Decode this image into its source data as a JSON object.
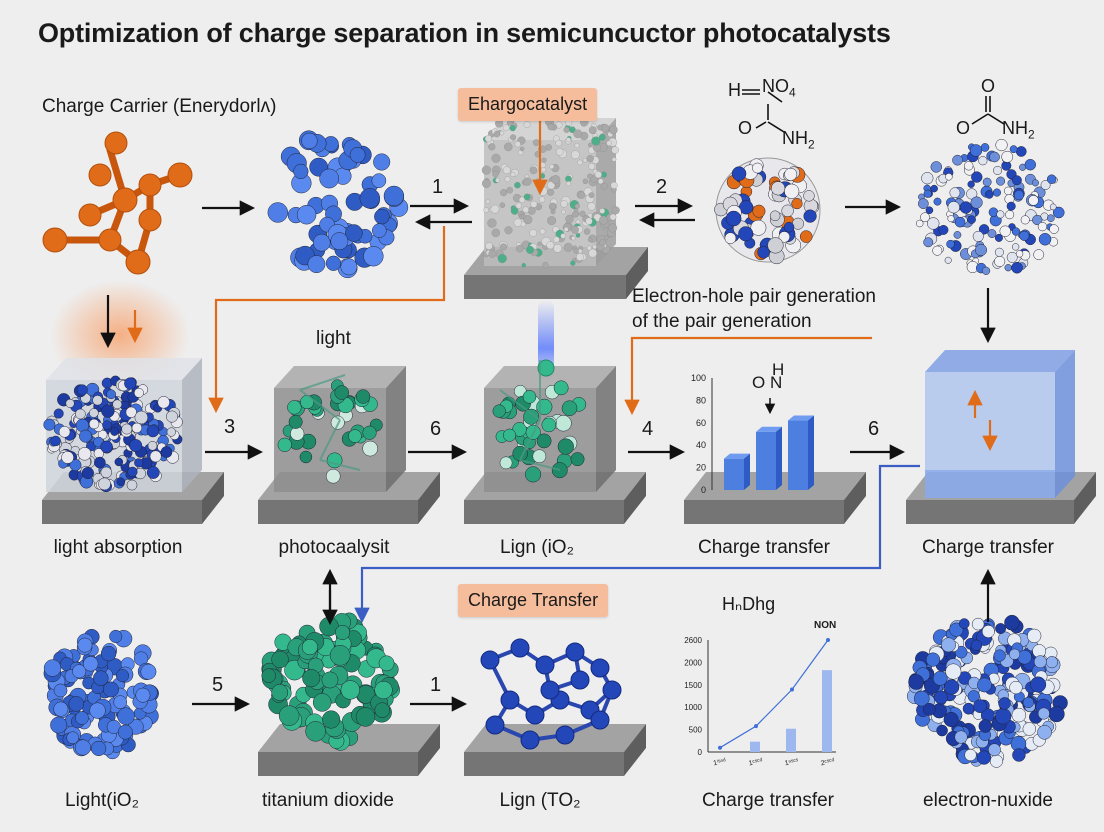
{
  "title": "Optimization of charge separation in semicuncuctor photocatalysts",
  "colors": {
    "orange": "#e06c1a",
    "blue": "#3f6fd8",
    "darkblue": "#2346b8",
    "green": "#2aa07a",
    "tag_bg": "#f6bd9c",
    "platform_top": "#9a9a9a",
    "platform_side": "#6f6f6f"
  },
  "labels": {
    "charge_carrier": "Charge Carrier (Enerydorlʌ)",
    "tag_top": "Ehargocatalyst",
    "tag_mid": "Charge Transfer",
    "electron_hole_1": "Electron-hole pair generation",
    "electron_hole_2": "of the pair generation",
    "light": "light",
    "light_absorption": "light absorption",
    "photocatalysit": "photocaalysit",
    "lign_io2": "Lign (iO₂",
    "charge_transfer_a": "Charge transfer",
    "charge_transfer_b": "Charge transfer",
    "light_io2": "Light(iO₂",
    "titanium_dioxide": "titanium dioxide",
    "lign_to2": "Lign (TO₂",
    "charge_transfer_c": "Charge transfer",
    "electron_nuxide": "electron-nuxide",
    "h_dhg": "HₙDhg",
    "chart_annotation_top": "NON"
  },
  "formulas": {
    "f1_h": "H",
    "f1_no": "NO",
    "f1_sub": "4",
    "f1_o": "O",
    "f1_nh": "NH",
    "f1_nh_sub": "2",
    "f2_o_top": "O",
    "f2_o": "O",
    "f2_nh": "NH",
    "f2_nh_sub": "2",
    "f3_h": "H",
    "f3_on": "O N"
  },
  "step_numbers": {
    "s1_top": "1",
    "s2_top": "2",
    "s3": "3",
    "s6_a": "6",
    "s4": "4",
    "s6_b": "6",
    "s5": "5",
    "s1_bottom": "1"
  },
  "chart_data": [
    {
      "type": "bar",
      "categories": [
        "",
        "",
        ""
      ],
      "values": [
        28,
        52,
        62
      ],
      "ylim": [
        0,
        100
      ],
      "yticks": [
        "0",
        "20",
        "40",
        "60",
        "80",
        "100"
      ],
      "grid": false
    },
    {
      "type": "bar",
      "x": [
        "1ⁱˢⁿᵈ",
        "1ᶜˢᶜᵈ",
        "1ⁿˢᶜˢ",
        "2ᶜˢᶜᵈ"
      ],
      "bars": [
        240,
        540,
        1900
      ],
      "line": [
        100,
        600,
        1450,
        2600
      ],
      "ylim": [
        0,
        2600
      ],
      "yticks": [
        "0",
        "500",
        "1000",
        "1500",
        "2000",
        "2600"
      ],
      "top_label": "NON",
      "grid": false
    }
  ]
}
